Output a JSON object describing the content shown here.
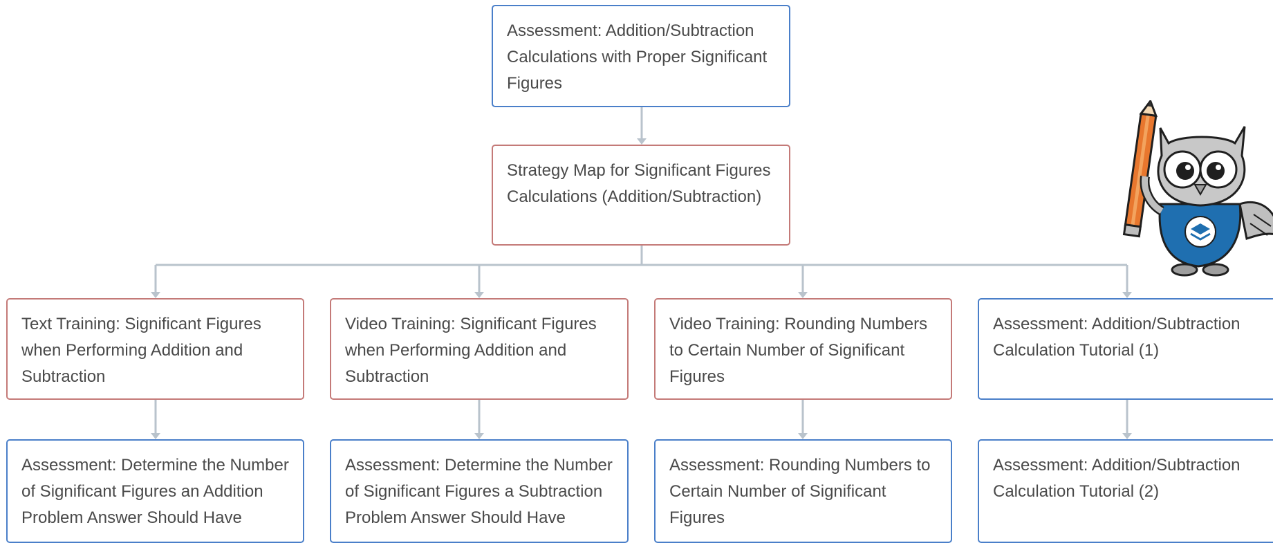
{
  "diagram": {
    "colors": {
      "assessment_border": "#4a7fc9",
      "strategy_border": "#c47a78",
      "connector": "#b9c3cc",
      "text": "#4a4a4a"
    },
    "nodes": {
      "root": {
        "label": "Assessment: Addition/Subtraction Calculations with Proper Significant Figures",
        "kind": "assessment"
      },
      "strategy": {
        "label": "Strategy Map for Significant Figures Calculations (Addition/Subtraction)",
        "kind": "strategy"
      },
      "col1_top": {
        "label": "Text Training: Significant Figures when Performing Addition and Subtraction",
        "kind": "training"
      },
      "col2_top": {
        "label": "Video Training: Significant Figures when Performing Addition and Subtraction",
        "kind": "training"
      },
      "col3_top": {
        "label": "Video Training: Rounding Numbers to Certain Number of Significant Figures",
        "kind": "training"
      },
      "col4_top": {
        "label": "Assessment: Addition/Subtraction Calculation Tutorial (1)",
        "kind": "assessment"
      },
      "col1_bottom": {
        "label": "Assessment: Determine the Number of Significant Figures an Addition Problem Answer Should Have",
        "kind": "assessment"
      },
      "col2_bottom": {
        "label": "Assessment: Determine the Number of Significant Figures a Subtraction Problem Answer Should Have",
        "kind": "assessment"
      },
      "col3_bottom": {
        "label": "Assessment: Rounding Numbers to Certain Number of Significant Figures",
        "kind": "assessment"
      },
      "col4_bottom": {
        "label": "Assessment: Addition/Subtraction Calculation Tutorial (2)",
        "kind": "assessment"
      }
    },
    "edges": [
      [
        "root",
        "strategy"
      ],
      [
        "strategy",
        "col1_top"
      ],
      [
        "strategy",
        "col2_top"
      ],
      [
        "strategy",
        "col3_top"
      ],
      [
        "strategy",
        "col4_top"
      ],
      [
        "col1_top",
        "col1_bottom"
      ],
      [
        "col2_top",
        "col2_bottom"
      ],
      [
        "col3_top",
        "col3_bottom"
      ],
      [
        "col4_top",
        "col4_bottom"
      ]
    ],
    "mascot": {
      "icon": "owl-mascot-icon"
    }
  }
}
